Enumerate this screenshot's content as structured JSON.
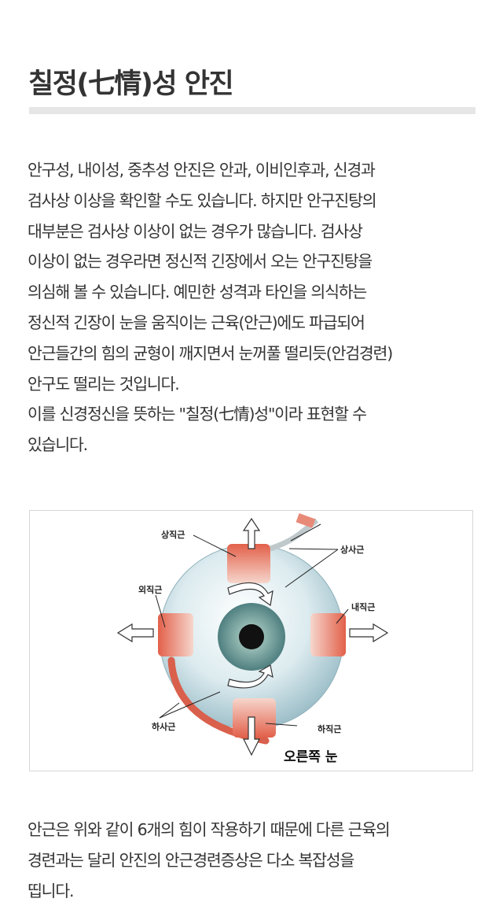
{
  "title": "칠정(七情)성 안진",
  "paragraph1": [
    "안구성, 내이성, 중추성 안진은 안과, 이비인후과, 신경과",
    "검사상 이상을 확인할 수도 있습니다. 하지만 안구진탕의",
    "대부분은 검사상 이상이 없는 경우가 많습니다. 검사상",
    "이상이 없는 경우라면 정신적 긴장에서 오는 안구진탕을",
    "의심해 볼 수 있습니다. 예민한 성격과 타인을 의식하는",
    "정신적 긴장이 눈을 움직이는 근육(안근)에도 파급되어",
    "안근들간의 힘의 균형이 깨지면서 눈꺼풀 떨리듯(안검경련)",
    "안구도 떨리는 것입니다.",
    "이를 신경정신을 뜻하는 \"칠정(七情)성\"이라 표현할 수",
    "있습니다."
  ],
  "figure": {
    "labels": {
      "superior_rectus": "상직근",
      "superior_oblique": "상사근",
      "lateral_rectus": "외직근",
      "medial_rectus": "내직근",
      "inferior_oblique": "하사근",
      "inferior_rectus": "하직근"
    },
    "caption": "오른쪽 눈"
  },
  "paragraph2": [
    "안근은 위와 같이 6개의 힘이 작용하기 때문에 다른 근육의",
    "경련과는 달리 안진의 안근경련증상은 다소 복잡성을",
    "띱니다."
  ]
}
